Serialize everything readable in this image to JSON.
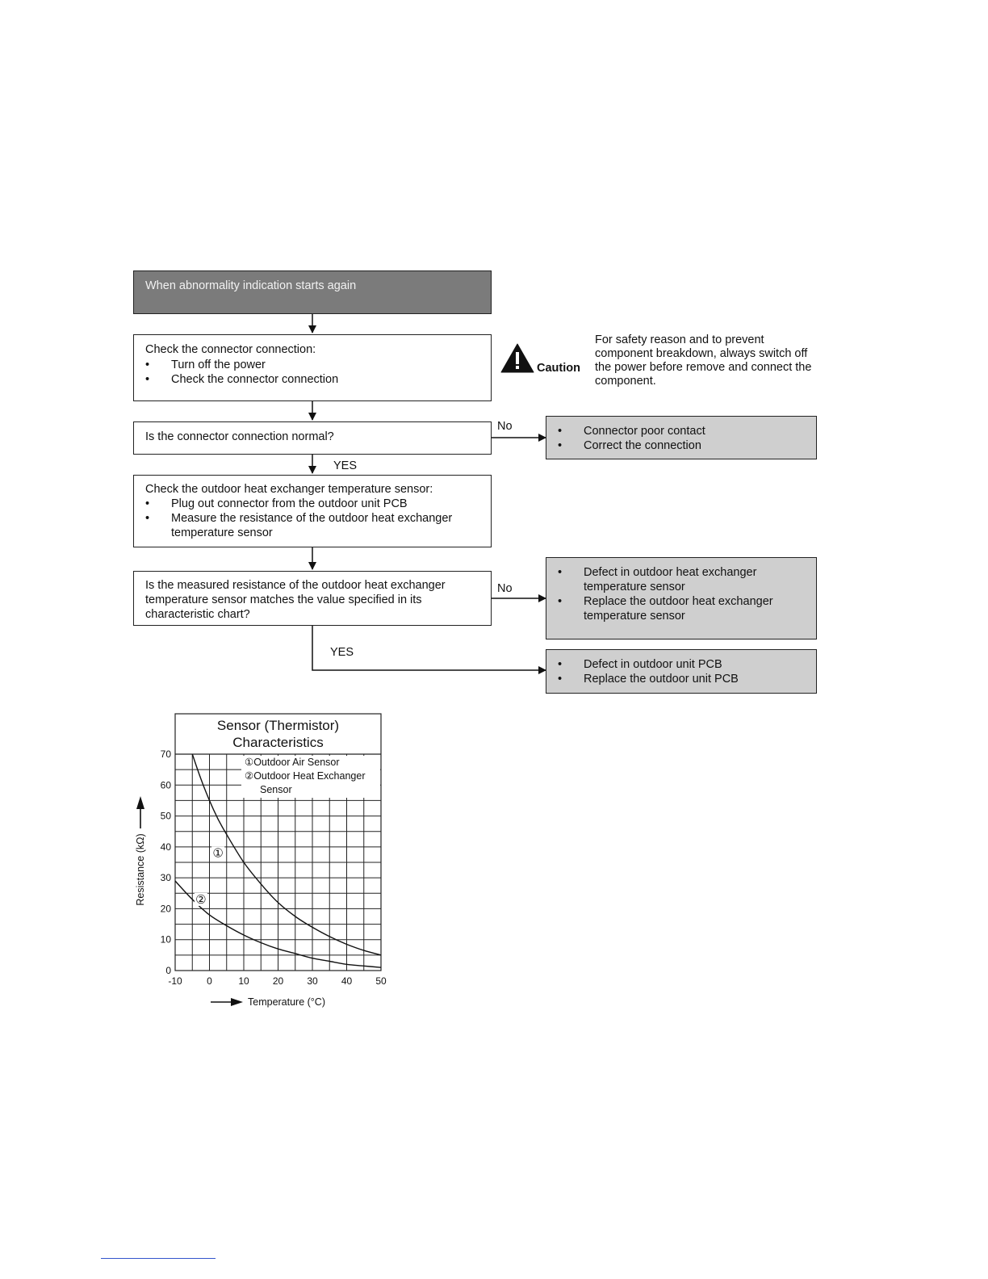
{
  "flow": {
    "start": "When abnormality indication starts again",
    "step1": {
      "title": "Check the connector connection:",
      "items": [
        "Turn off the power",
        "Check the connector connection"
      ]
    },
    "caution": {
      "label": "Caution",
      "text": "For safety reason and to prevent component breakdown, always switch off the power before remove and connect the component."
    },
    "q1": "Is the connector connection normal?",
    "q1_no": "No",
    "q1_yes": "YES",
    "q1_no_result": [
      "Connector poor contact",
      "Correct the connection"
    ],
    "step2": {
      "title": "Check the outdoor heat exchanger temperature sensor:",
      "items": [
        "Plug out connector from the outdoor unit PCB",
        "Measure the resistance of the outdoor heat exchanger temperature sensor"
      ]
    },
    "q2": "Is the measured resistance of the outdoor heat exchanger temperature sensor matches the value specified in its characteristic chart?",
    "q2_no": "No",
    "q2_yes": "YES",
    "q2_no_result": [
      "Defect in outdoor heat exchanger temperature sensor",
      "Replace the outdoor heat exchanger temperature sensor"
    ],
    "q2_yes_result": [
      "Defect in outdoor unit PCB",
      "Replace the outdoor unit PCB"
    ]
  },
  "chart_data": {
    "type": "line",
    "title": "Sensor (Thermistor) Characteristics",
    "title_lines": [
      "Sensor (Thermistor)",
      "Characteristics"
    ],
    "xlabel": "Temperature (°C)",
    "ylabel": "Resistance (kΩ)",
    "xlim": [
      -10,
      50
    ],
    "ylim": [
      0,
      70
    ],
    "xticks": [
      -10,
      0,
      10,
      20,
      30,
      40,
      50
    ],
    "yticks": [
      0,
      10,
      20,
      30,
      40,
      50,
      60,
      70
    ],
    "grid": true,
    "legend": [
      "①Outdoor Air Sensor",
      "②Outdoor Heat Exchanger Sensor"
    ],
    "legend_lines": [
      "①Outdoor Air Sensor",
      "②Outdoor Heat Exchanger",
      "Sensor"
    ],
    "series": [
      {
        "name": "①Outdoor Air Sensor",
        "marker": "①",
        "marker_at": [
          2.5,
          38
        ],
        "x": [
          -5,
          -2.5,
          0,
          2.5,
          5,
          10,
          15,
          20,
          25,
          30,
          35,
          40,
          45,
          50
        ],
        "y": [
          70,
          62,
          55,
          49,
          44,
          35,
          28,
          22,
          17.5,
          14,
          11,
          8.5,
          6.5,
          5
        ]
      },
      {
        "name": "②Outdoor Heat Exchanger Sensor",
        "marker": "②",
        "marker_at": [
          -2.5,
          23
        ],
        "x": [
          -10,
          -5,
          0,
          5,
          10,
          15,
          20,
          25,
          30,
          35,
          40,
          45,
          50
        ],
        "y": [
          29,
          23,
          18,
          14.5,
          11.5,
          9,
          7,
          5.5,
          4,
          3,
          2,
          1.5,
          1
        ]
      }
    ]
  }
}
